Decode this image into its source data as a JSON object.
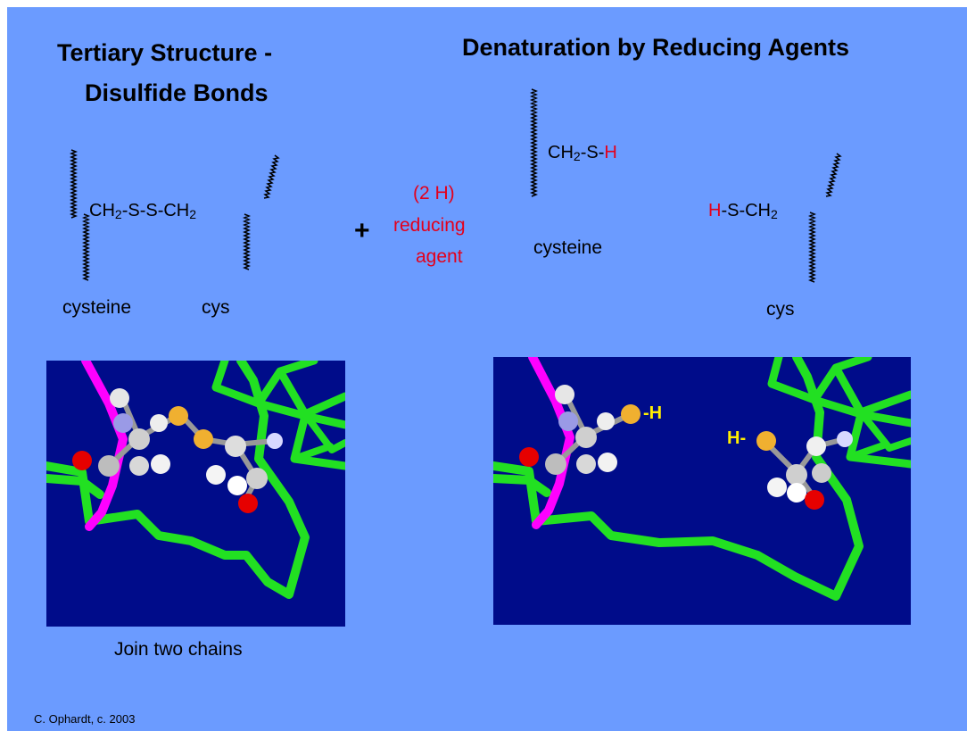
{
  "left": {
    "title_line1": "Tertiary Structure -",
    "title_line2": "Disulfide Bonds",
    "formula": {
      "ch2_a": "CH",
      "sub_a": "2",
      "middle": "-S-S-CH",
      "sub_b": "2"
    },
    "label_cysteine": "cysteine",
    "label_cys": "cys",
    "caption": "Join two chains"
  },
  "plus": "+",
  "reagent": {
    "line1": "(2 H)",
    "line2": "reducing",
    "line3": "agent"
  },
  "right": {
    "title": "Denaturation by Reducing Agents",
    "formula_top": {
      "ch2": "CH",
      "sub": "2",
      "s": "-S-",
      "h": "H"
    },
    "label_cysteine": "cysteine",
    "formula_bottom": {
      "h": "H",
      "rest": "-S-CH",
      "sub": "2"
    },
    "label_cys": "cys",
    "image_label_sh": "-H",
    "image_label_hs": "H-"
  },
  "credit": "C. Ophardt, c. 2003",
  "colors": {
    "background": "#6b9bff",
    "panel": "#000c8a",
    "chain_green": "#22e022",
    "chain_magenta": "#ff00ff",
    "red_text": "#e4001b",
    "yellow_label": "#ffee00"
  }
}
